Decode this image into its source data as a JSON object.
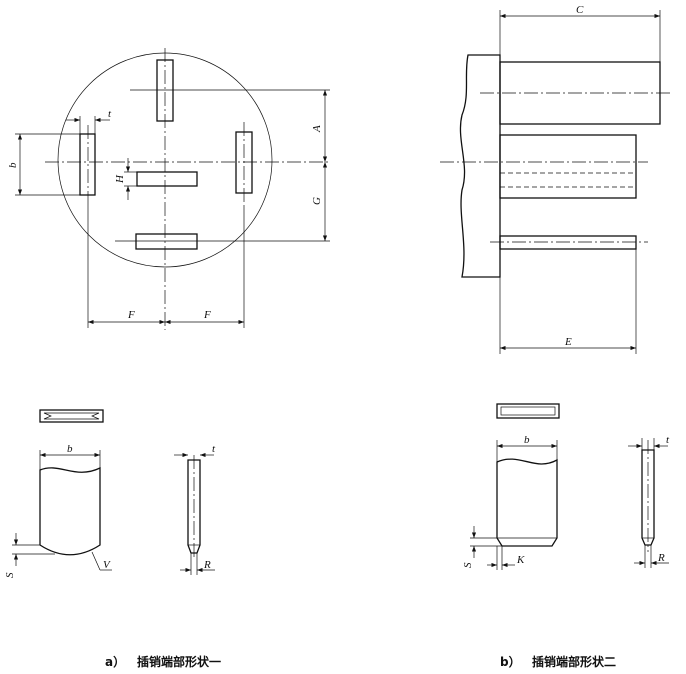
{
  "figure_a": {
    "caption_letter": "a）",
    "caption": "插销端部形状一",
    "labels": {
      "A": "A",
      "G": "G",
      "b": "b",
      "t": "t",
      "H": "H",
      "F1": "F",
      "F2": "F",
      "b2": "b",
      "t2": "t",
      "S": "S",
      "V": "V",
      "R": "R"
    }
  },
  "figure_b": {
    "caption_letter": "b）",
    "caption": "插销端部形状二",
    "labels": {
      "C": "C",
      "E": "E",
      "b": "b",
      "t": "t",
      "S": "S",
      "K": "K",
      "R": "R"
    }
  }
}
